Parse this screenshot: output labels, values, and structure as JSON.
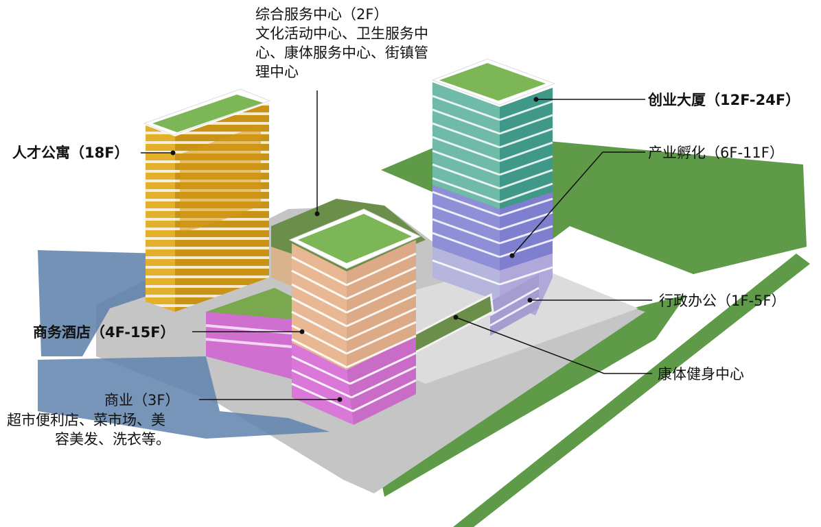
{
  "labels": {
    "service_center_title": "综合服务中心（2F）",
    "service_center_line1": "文化活动中心、卫生服务中",
    "service_center_line2": "心、康体服务中心、街镇管",
    "service_center_line3": "理中心",
    "talent_apartment": "人才公寓（18F）",
    "startup_tower": "创业大厦（12F-24F）",
    "incubation": "产业孵化（6F-11F）",
    "admin_office": "行政办公（1F-5F）",
    "business_hotel": "商务酒店（4F-15F）",
    "fitness_center": "康体健身中心",
    "commerce_title": "商业（3F）",
    "commerce_line1": "超市便利店、菜市场、美",
    "commerce_line2": "容美发、洗衣等。"
  },
  "colors": {
    "lawn": "#5e9a48",
    "roof_green": "#7db656",
    "talent_yellow": "#e4b52a",
    "tower_teal": "#4fa89a",
    "tower_purple": "#9b9ad8",
    "hotel_peach": "#e4b89a",
    "commerce_pink": "#d678d6",
    "shadow_blue": "#5b7fa8",
    "ground_grey": "#c8c8c8"
  }
}
